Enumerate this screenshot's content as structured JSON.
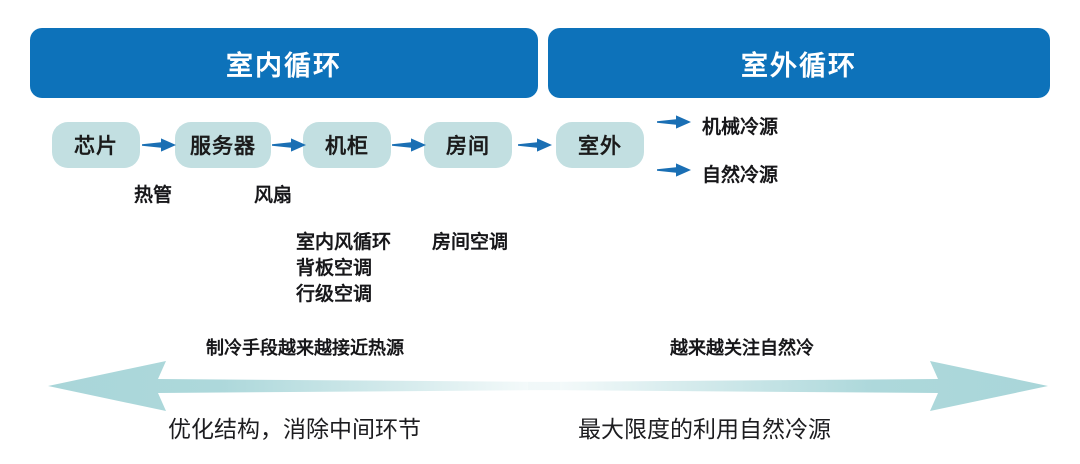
{
  "diagram": {
    "title_indoor": "室内循环",
    "title_outdoor": "室外循环",
    "banner_color": "#0d72ba",
    "node_color": "#c2dfe1",
    "arrow_color": "#1a6fb4",
    "band_color": "#a9d6d9"
  },
  "flow": {
    "nodes": [
      {
        "id": "chip",
        "label": "芯片"
      },
      {
        "id": "server",
        "label": "服务器"
      },
      {
        "id": "cabinet",
        "label": "机柜"
      },
      {
        "id": "room",
        "label": "房间"
      },
      {
        "id": "outdoor",
        "label": "室外"
      }
    ],
    "arrow_icon": "right-arrow-icon"
  },
  "component_labels": {
    "heat_pipe": "热管",
    "fan": "风扇"
  },
  "cooling_sources": [
    {
      "id": "mechanical",
      "label": "机械冷源"
    },
    {
      "id": "natural",
      "label": "自然冷源"
    }
  ],
  "ac_types": {
    "indoor_air_circulation": "室内风循环",
    "rear_door_ac": "背板空调",
    "in_row_ac": "行级空调",
    "room_ac": "房间空调"
  },
  "captions": {
    "left_top": "制冷手段越来越接近热源",
    "right_top": "越来越关注自然冷",
    "left_bottom": "优化结构，消除中间环节",
    "right_bottom": "最大限度的利用自然冷源"
  }
}
